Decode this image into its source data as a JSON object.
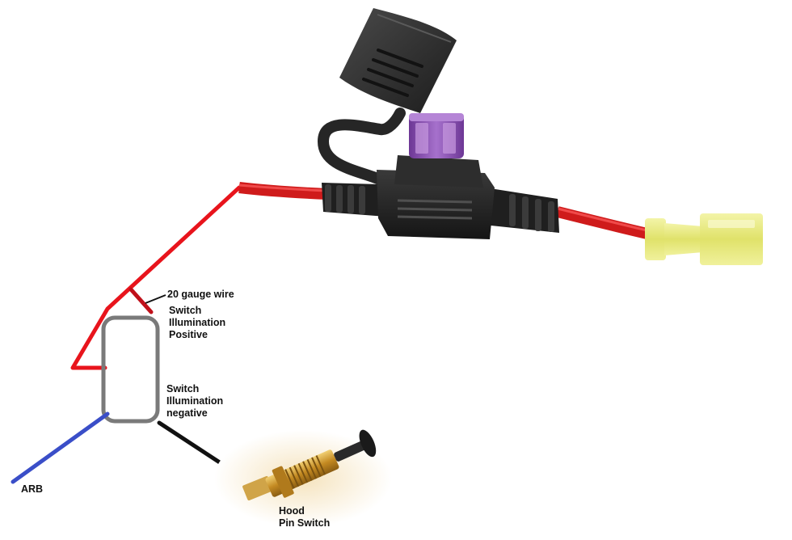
{
  "labels": {
    "wire_gauge": "20 gauge wire",
    "switch_illum_positive": [
      "Switch",
      "Illumination",
      "Positive"
    ],
    "switch_illum_negative": [
      "Switch",
      "Illumination",
      "negative"
    ],
    "arb": "ARB",
    "hood_pin_switch": [
      "Hood",
      "Pin Switch"
    ]
  },
  "colors": {
    "positive_wire": "#e8141c",
    "negative_wire": "#111111",
    "arb_wire": "#3a4ec8",
    "switch_outline": "#7a7a7a",
    "fuse_holder": "#2b2b2b",
    "fuse_blade": "#8a4fb0",
    "spade_connector": "#e6e878",
    "pin_switch_brass": "#c9962e"
  },
  "icons": {
    "fuse_holder": "inline-blade-fuse-holder-icon",
    "spade_terminal": "female-spade-terminal-icon",
    "hood_switch": "hood-pin-switch-icon"
  }
}
